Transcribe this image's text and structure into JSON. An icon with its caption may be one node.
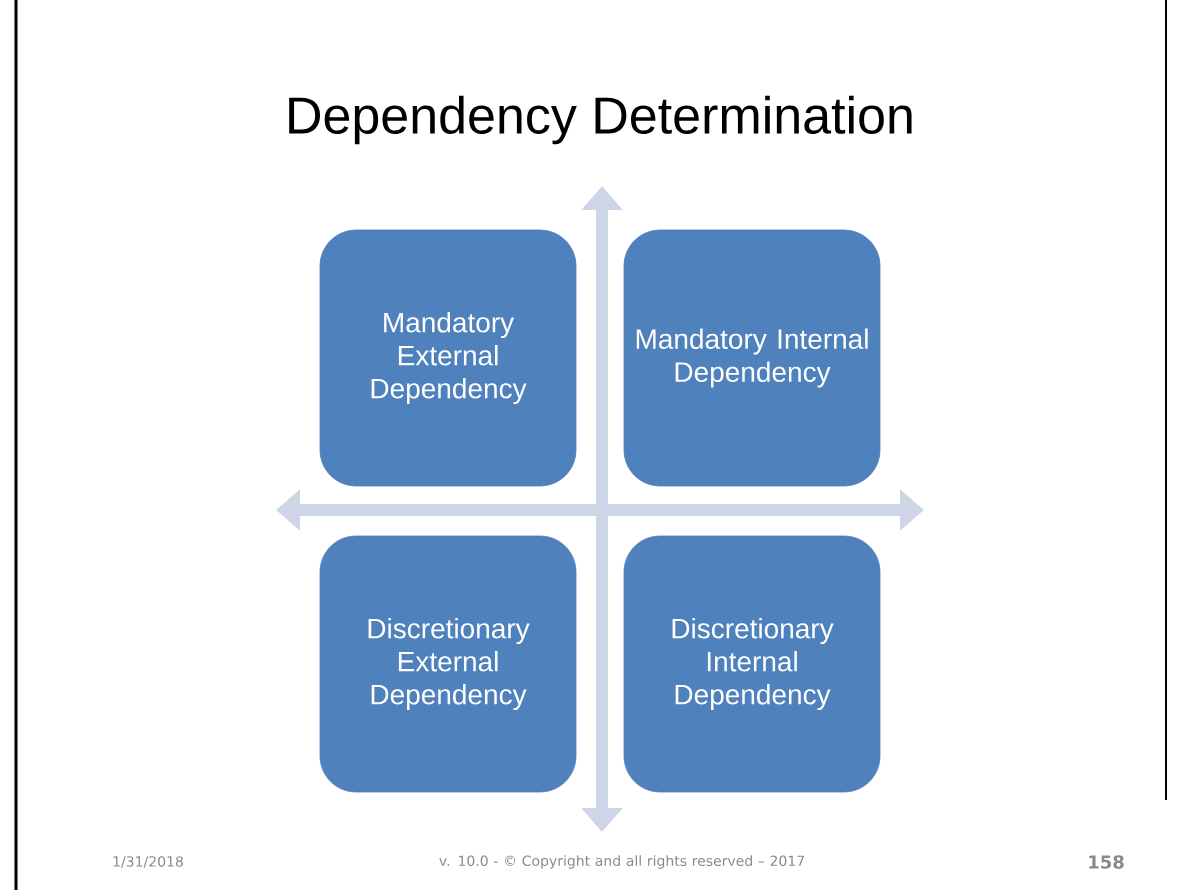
{
  "diagram": {
    "title": "Dependency Determination",
    "nodes": [
      {
        "text": [
          "Mandatory External Dependency"
        ]
      },
      {
        "text": [
          "Mandatory Internal Dependency"
        ]
      },
      {
        "text": [
          "Discretionary External Dependency"
        ]
      },
      {
        "text": [
          "Discretionary Internal Dependency"
        ]
      }
    ],
    "labels": [
      "1/31/2018",
      "v. 10.0 - © Copyright and all rights reserved – 2017",
      "158"
    ]
  }
}
